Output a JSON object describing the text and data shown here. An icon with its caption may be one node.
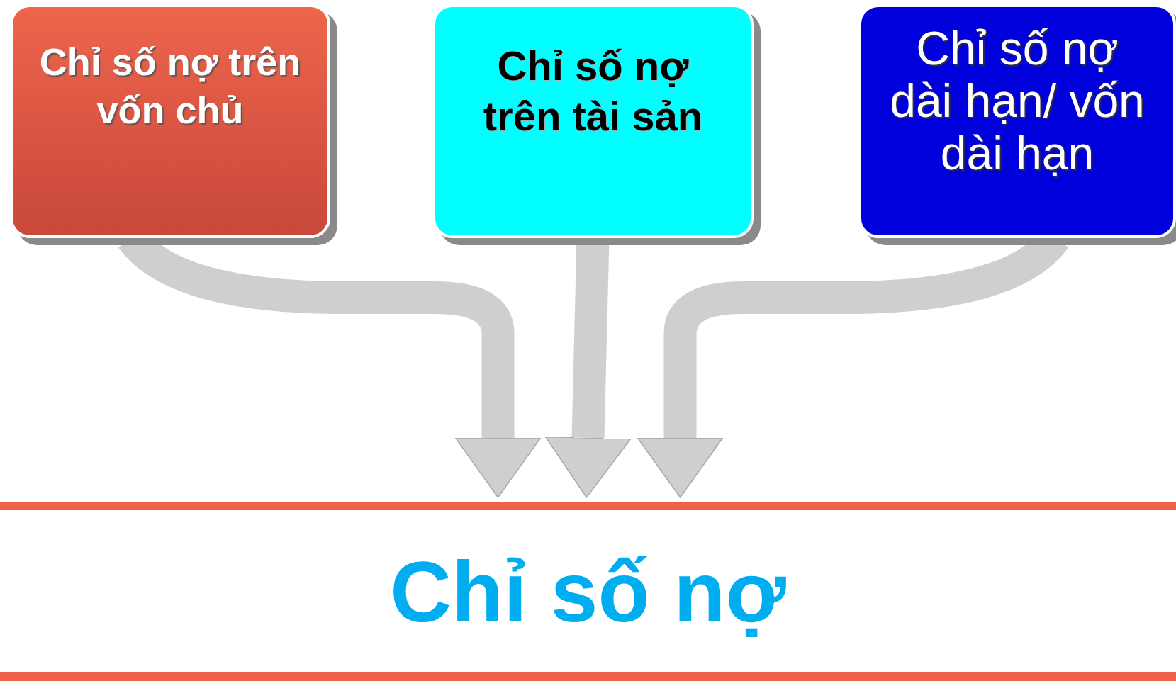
{
  "diagram": {
    "nodes": [
      {
        "text": [
          "Chỉ số nợ trên vốn chủ"
        ]
      },
      {
        "text": [
          "Chỉ số nợ trên tài sản"
        ]
      },
      {
        "text": [
          "Chỉ số nợ dài hạn/ vốn dài hạn"
        ]
      },
      {
        "text": [
          "Chỉ số nợ"
        ]
      }
    ],
    "edges": [
      {
        "from": 0,
        "to": 3,
        "arrow": "to"
      },
      {
        "from": 1,
        "to": 3,
        "arrow": "to"
      },
      {
        "from": 2,
        "to": 3,
        "arrow": "to"
      }
    ]
  }
}
